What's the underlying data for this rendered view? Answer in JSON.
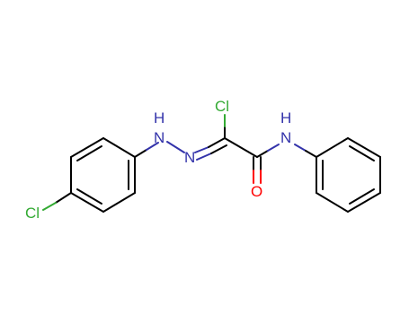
{
  "molecule": {
    "atoms": {
      "cl_left": "Cl",
      "nh_hydrazone": "H",
      "nh_hydrazone_n": "N",
      "n_imine": "N",
      "cl_top": "Cl",
      "nh_amide_h": "H",
      "nh_amide_n": "N",
      "o_carbonyl": "O"
    },
    "colors": {
      "nitrogen": "#3333aa",
      "chlorine": "#33aa33",
      "oxygen": "#ff0000",
      "carbon_bond": "#000000"
    }
  }
}
